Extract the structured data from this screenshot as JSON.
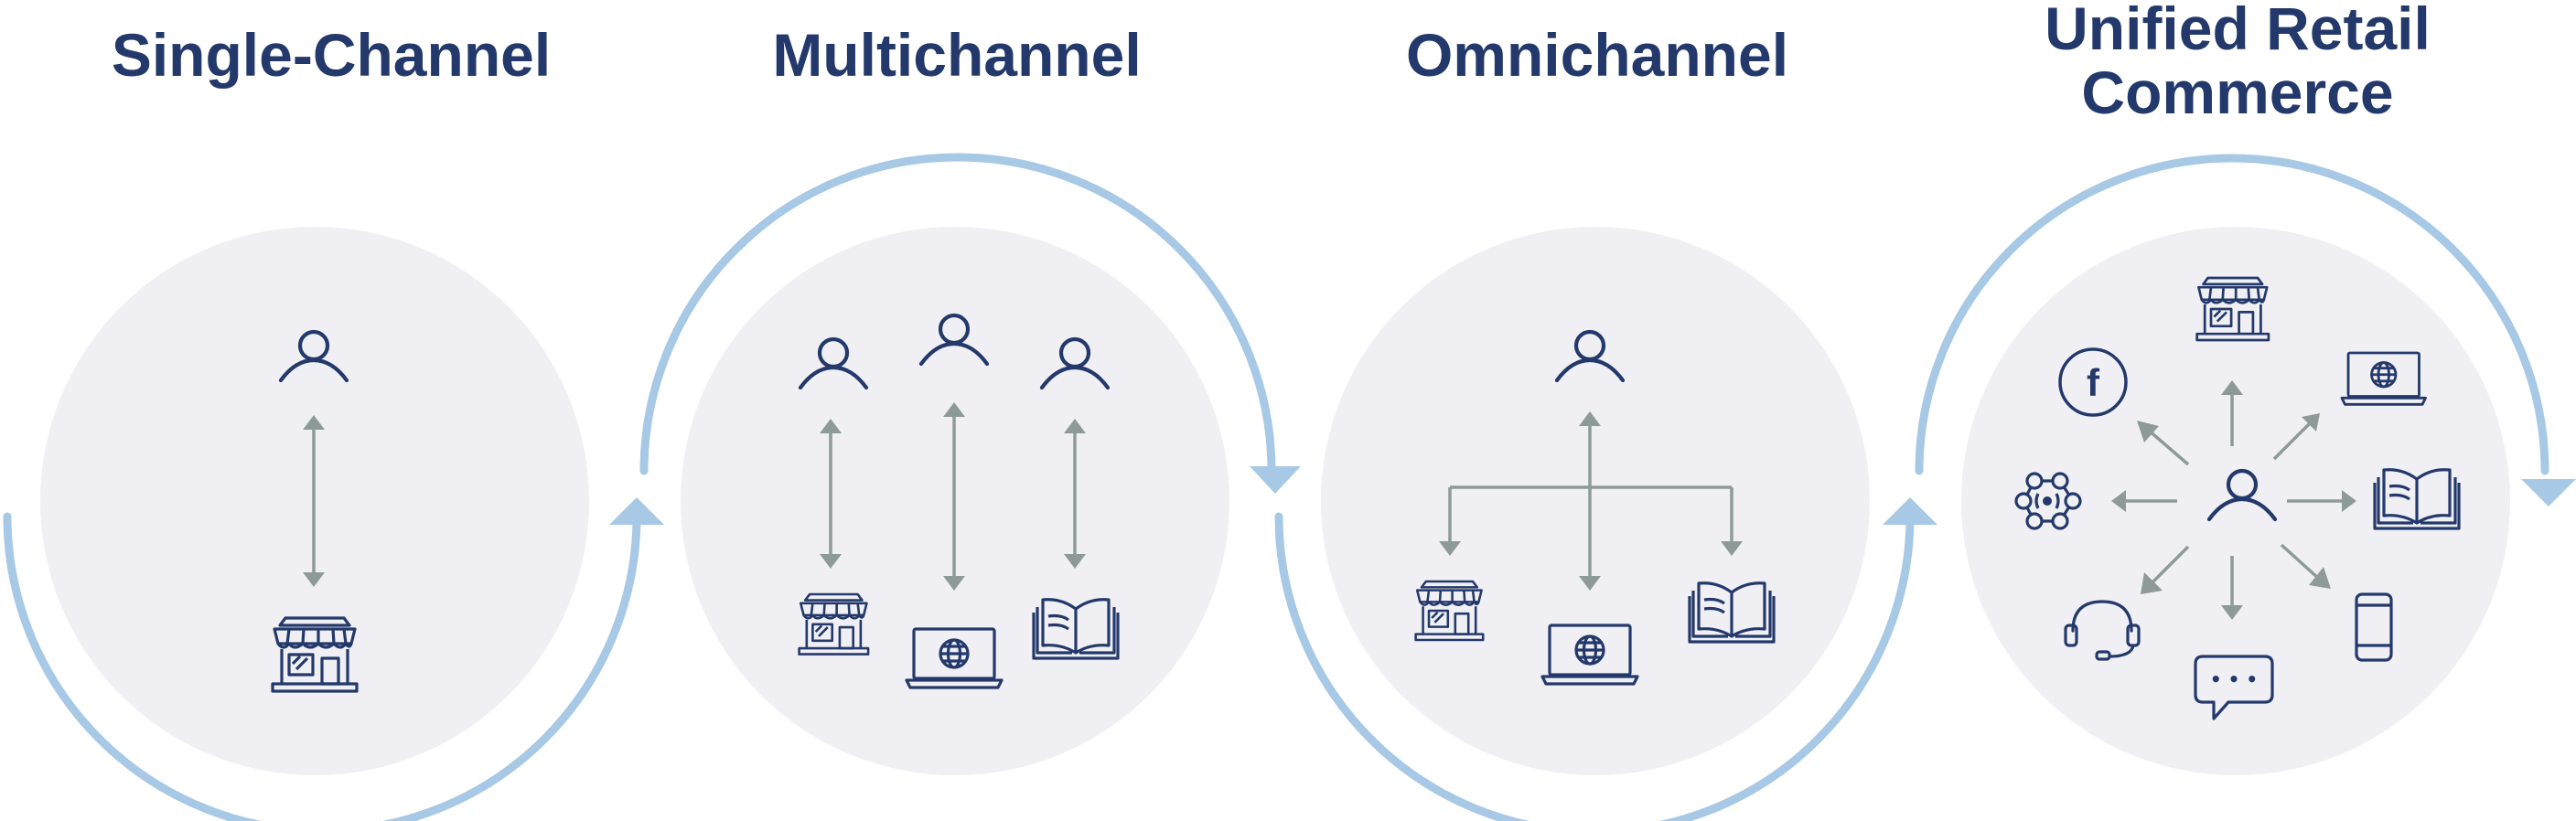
{
  "stages": [
    {
      "title": "Single-Channel"
    },
    {
      "title": "Multichannel"
    },
    {
      "title": "Omnichannel"
    },
    {
      "title_line1": "Unified Retail",
      "title_line2": "Commerce"
    }
  ],
  "channel_icons": {
    "single": [
      "customer-icon",
      "store-icon"
    ],
    "multi": [
      "customer-icon",
      "store-icon",
      "laptop-web-icon",
      "catalog-book-icon"
    ],
    "omni": [
      "customer-icon",
      "store-icon",
      "laptop-web-icon",
      "catalog-book-icon"
    ],
    "unified": [
      "customer-icon",
      "store-icon",
      "laptop-web-icon",
      "catalog-book-icon",
      "mobile-phone-icon",
      "chat-icon",
      "headset-icon",
      "network-hub-icon",
      "facebook-icon"
    ]
  },
  "facebook_glyph": "f",
  "chat_glyph": "• • •",
  "colors": {
    "title": "#24396b",
    "icon": "#24396b",
    "arrow": "#8e9a98",
    "circle_fill": "#f0f0f4",
    "flow_arc": "#a7c9e6"
  }
}
